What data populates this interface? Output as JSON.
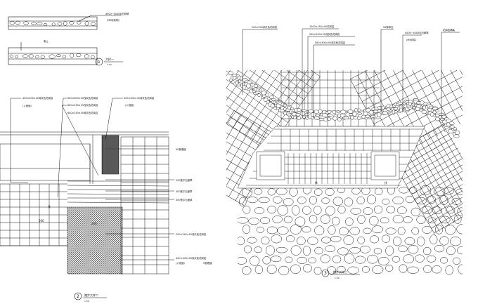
{
  "drawing": {
    "stroke_color": "#111111",
    "background": "#ffffff",
    "views": [
      {
        "id": "detail-1",
        "number": "1",
        "title": "大样一",
        "scale": "1:10",
        "labels": [
          "4000~4000毛石砌筑",
          "(M5砂浆砌)",
          "素土"
        ]
      },
      {
        "id": "detail-2",
        "number": "2",
        "title": "踏步大样二",
        "scale": "1:50",
        "labels": [
          "600×600×30浅灰色花岗岩",
          "600×250×50浅灰色花岗岩",
          "600×250×50深灰色花岗岩",
          "400×400×30深灰色花岗岩",
          "(火烧面)",
          "400×400×30深灰色花岗岩",
          "(火烧面)",
          "40宽墙缝",
          "200宽平石嵌草",
          "300宽平石嵌草",
          "300宽平石嵌草",
          "250×250×50浅灰色花岗岩",
          "400×400×50深灰色花岗岩",
          "(火烧面)",
          "5宽墙缝"
        ],
        "marks": [
          "500",
          "扶",
          "200"
        ]
      },
      {
        "id": "detail-3",
        "number": "3",
        "title": "踏步大样三",
        "scale": "1:50",
        "labels": [
          "200×500深灰色花岗岩",
          "1500×150×50花岗岩",
          "250×250×50浅灰色花岗岩",
          "500×500×50浅灰色花岗岩",
          "50厚碎石",
          "4000~4000毛石砌筑",
          "(M5砂浆)",
          "花岗岩铺装"
        ],
        "marks": [
          "扶",
          "扶"
        ]
      }
    ]
  }
}
